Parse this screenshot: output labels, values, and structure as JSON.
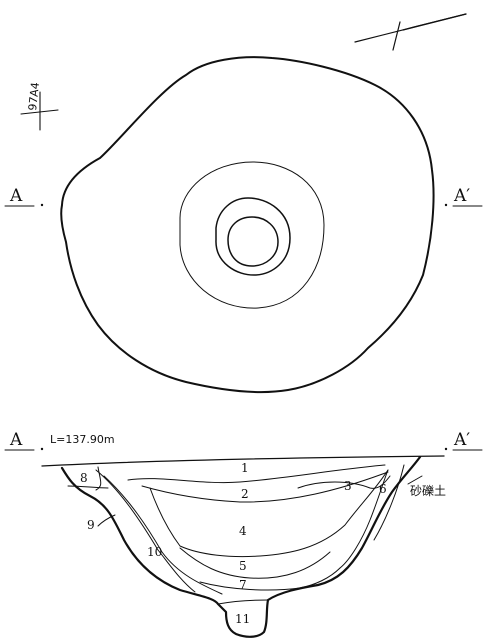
{
  "plan": {
    "grid_label": "97A4",
    "section_left": "A",
    "section_right": "A′"
  },
  "section": {
    "left_label": "A",
    "right_label": "A′",
    "elevation": "L=137.90m",
    "material_note": "砂礫土",
    "layers": [
      "1",
      "2",
      "3",
      "4",
      "5",
      "6",
      "7",
      "8",
      "9",
      "10",
      "11"
    ]
  }
}
